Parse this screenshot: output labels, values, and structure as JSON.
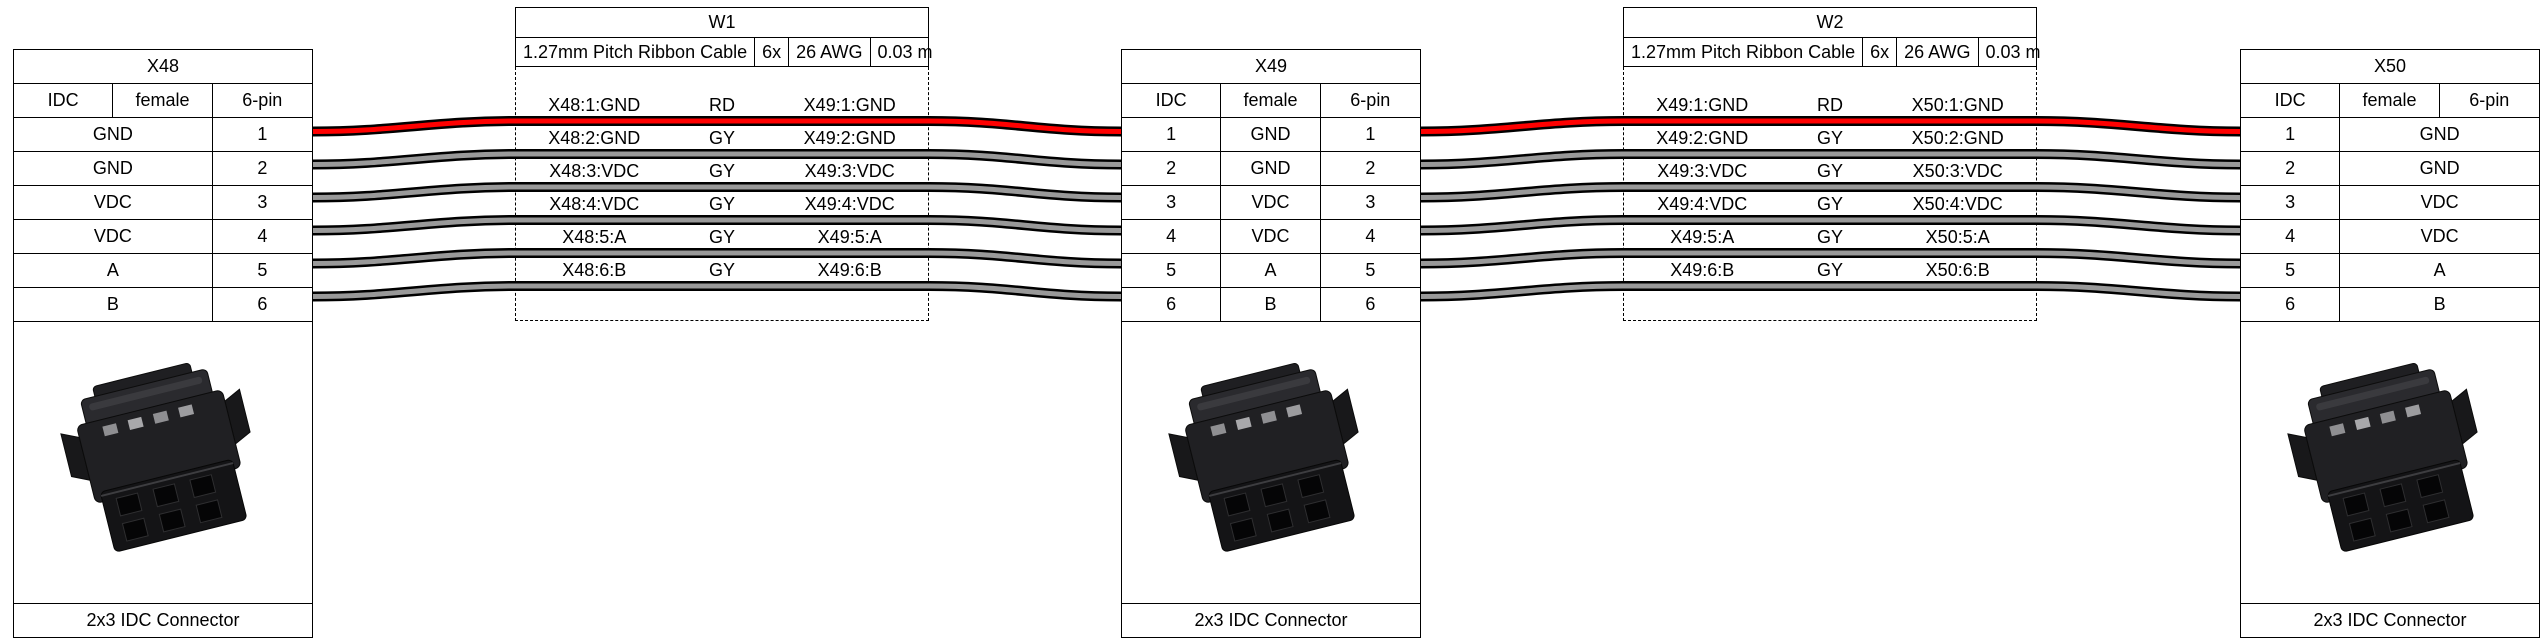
{
  "diagram": {
    "background": "#ffffff",
    "color_codes": {
      "RD": "#ff0000",
      "GY": "#999999"
    }
  },
  "connectors": [
    {
      "title": "X48",
      "headers": [
        "IDC",
        "female",
        "6-pin"
      ],
      "rows": [
        {
          "name": "GND",
          "pin": "1"
        },
        {
          "name": "GND",
          "pin": "2"
        },
        {
          "name": "VDC",
          "pin": "3"
        },
        {
          "name": "VDC",
          "pin": "4"
        },
        {
          "name": "A",
          "pin": "5"
        },
        {
          "name": "B",
          "pin": "6"
        }
      ],
      "caption": "2x3 IDC Connector"
    },
    {
      "title": "X49",
      "headers": [
        "IDC",
        "female",
        "6-pin"
      ],
      "rows": [
        {
          "left": "1",
          "name": "GND",
          "right": "1"
        },
        {
          "left": "2",
          "name": "GND",
          "right": "2"
        },
        {
          "left": "3",
          "name": "VDC",
          "right": "3"
        },
        {
          "left": "4",
          "name": "VDC",
          "right": "4"
        },
        {
          "left": "5",
          "name": "A",
          "right": "5"
        },
        {
          "left": "6",
          "name": "B",
          "right": "6"
        }
      ],
      "caption": "2x3 IDC Connector"
    },
    {
      "title": "X50",
      "headers": [
        "IDC",
        "female",
        "6-pin"
      ],
      "rows": [
        {
          "pin": "1",
          "name": "GND"
        },
        {
          "pin": "2",
          "name": "GND"
        },
        {
          "pin": "3",
          "name": "VDC"
        },
        {
          "pin": "4",
          "name": "VDC"
        },
        {
          "pin": "5",
          "name": "A"
        },
        {
          "pin": "6",
          "name": "B"
        }
      ],
      "caption": "2x3 IDC Connector"
    }
  ],
  "cables": [
    {
      "title": "W1",
      "attributes": [
        "1.27mm Pitch Ribbon Cable",
        "6x",
        "26 AWG",
        "0.03 m"
      ],
      "wires": [
        {
          "from": "X48:1:GND",
          "code": "RD",
          "to": "X49:1:GND",
          "color": "#ff0000"
        },
        {
          "from": "X48:2:GND",
          "code": "GY",
          "to": "X49:2:GND",
          "color": "#999999"
        },
        {
          "from": "X48:3:VDC",
          "code": "GY",
          "to": "X49:3:VDC",
          "color": "#999999"
        },
        {
          "from": "X48:4:VDC",
          "code": "GY",
          "to": "X49:4:VDC",
          "color": "#999999"
        },
        {
          "from": "X48:5:A",
          "code": "GY",
          "to": "X49:5:A",
          "color": "#999999"
        },
        {
          "from": "X48:6:B",
          "code": "GY",
          "to": "X49:6:B",
          "color": "#999999"
        }
      ]
    },
    {
      "title": "W2",
      "attributes": [
        "1.27mm Pitch Ribbon Cable",
        "6x",
        "26 AWG",
        "0.03 m"
      ],
      "wires": [
        {
          "from": "X49:1:GND",
          "code": "RD",
          "to": "X50:1:GND",
          "color": "#ff0000"
        },
        {
          "from": "X49:2:GND",
          "code": "GY",
          "to": "X50:2:GND",
          "color": "#999999"
        },
        {
          "from": "X49:3:VDC",
          "code": "GY",
          "to": "X50:3:VDC",
          "color": "#999999"
        },
        {
          "from": "X49:4:VDC",
          "code": "GY",
          "to": "X50:4:VDC",
          "color": "#999999"
        },
        {
          "from": "X49:5:A",
          "code": "GY",
          "to": "X50:5:A",
          "color": "#999999"
        },
        {
          "from": "X49:6:B",
          "code": "GY",
          "to": "X50:6:B",
          "color": "#999999"
        }
      ]
    }
  ]
}
